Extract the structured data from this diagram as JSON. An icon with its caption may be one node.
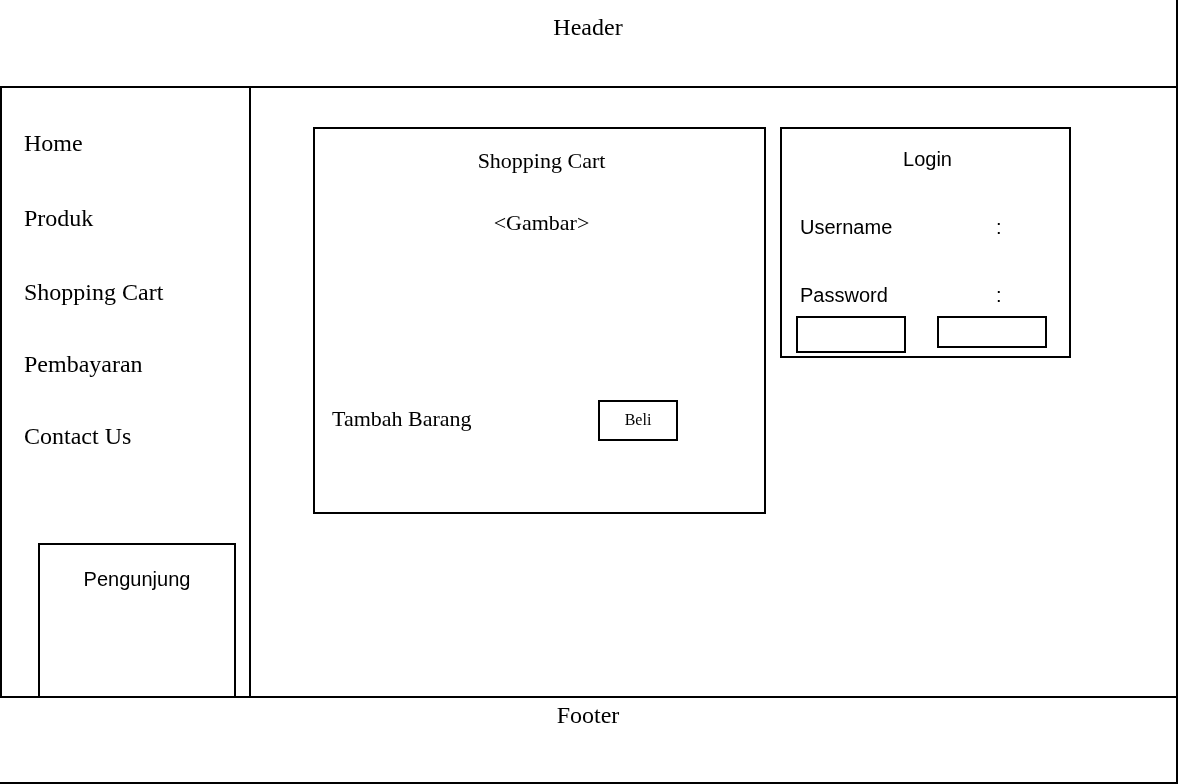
{
  "diagram": {
    "nodes": [
      {
        "text": [
          "Header"
        ]
      },
      {
        "text": [
          "Shopping Cart",
          "<Gambar>",
          "Tambah Barang"
        ]
      },
      {
        "text": [
          "Beli"
        ],
        "in": 1
      },
      {
        "text": [
          "Login",
          "Username",
          ":",
          "Password",
          ":"
        ]
      },
      {
        "text": [],
        "shape": "box",
        "in": 3
      },
      {
        "text": [],
        "shape": "box",
        "in": 3
      },
      {
        "text": [
          "Pengunjung"
        ]
      },
      {
        "text": [
          "Footer"
        ]
      }
    ],
    "labels": [
      "Home",
      "Produk",
      "Shopping Cart",
      "Pembayaran",
      "Contact Us"
    ]
  }
}
